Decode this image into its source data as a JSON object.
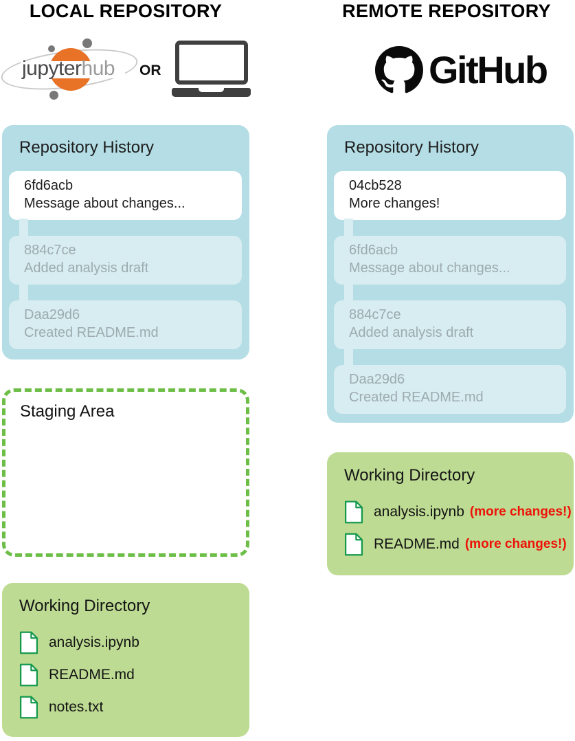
{
  "local": {
    "heading": "LOCAL REPOSITORY",
    "logos": {
      "jupyter_text": "jupyter",
      "hub_text": "hub",
      "or_label": "OR"
    },
    "history": {
      "title": "Repository History",
      "commits": [
        {
          "hash": "6fd6acb",
          "message": "Message about changes...",
          "state": "current"
        },
        {
          "hash": "884c7ce",
          "message": "Added analysis draft",
          "state": "faded"
        },
        {
          "hash": "Daa29d6",
          "message": "Created README.md",
          "state": "faded"
        }
      ]
    },
    "staging": {
      "title": "Staging Area"
    },
    "working": {
      "title": "Working Directory",
      "files": [
        {
          "name": "analysis.ipynb"
        },
        {
          "name": "README.md"
        },
        {
          "name": "notes.txt"
        }
      ]
    }
  },
  "remote": {
    "heading": "REMOTE REPOSITORY",
    "github_label": "GitHub",
    "history": {
      "title": "Repository History",
      "commits": [
        {
          "hash": "04cb528",
          "message": "More changes!",
          "state": "current"
        },
        {
          "hash": "6fd6acb",
          "message": "Message about changes...",
          "state": "faded"
        },
        {
          "hash": "884c7ce",
          "message": "Added analysis draft",
          "state": "faded"
        },
        {
          "hash": "Daa29d6",
          "message": "Created README.md",
          "state": "faded"
        }
      ]
    },
    "working": {
      "title": "Working Directory",
      "files": [
        {
          "name": "analysis.ipynb",
          "note": "(more changes!)"
        },
        {
          "name": "README.md",
          "note": "(more changes!)"
        }
      ]
    }
  },
  "icons": {
    "jupyterhub": "jupyterhub-logo",
    "laptop": "laptop-icon",
    "github_mark": "github-octocat-icon",
    "file": "file-document-icon"
  },
  "colors": {
    "history_box_blue": "#b4dde5",
    "faded_card_blue": "#d8edf1",
    "faded_text_gray": "#9dabb0",
    "working_box_green": "#bddb92",
    "staging_border_green": "#6cbe46",
    "file_icon_green": "#16994e",
    "change_note_red": "#ee1208",
    "jupyter_orange": "#e87225",
    "laptop_gray": "#3f3f3f"
  }
}
